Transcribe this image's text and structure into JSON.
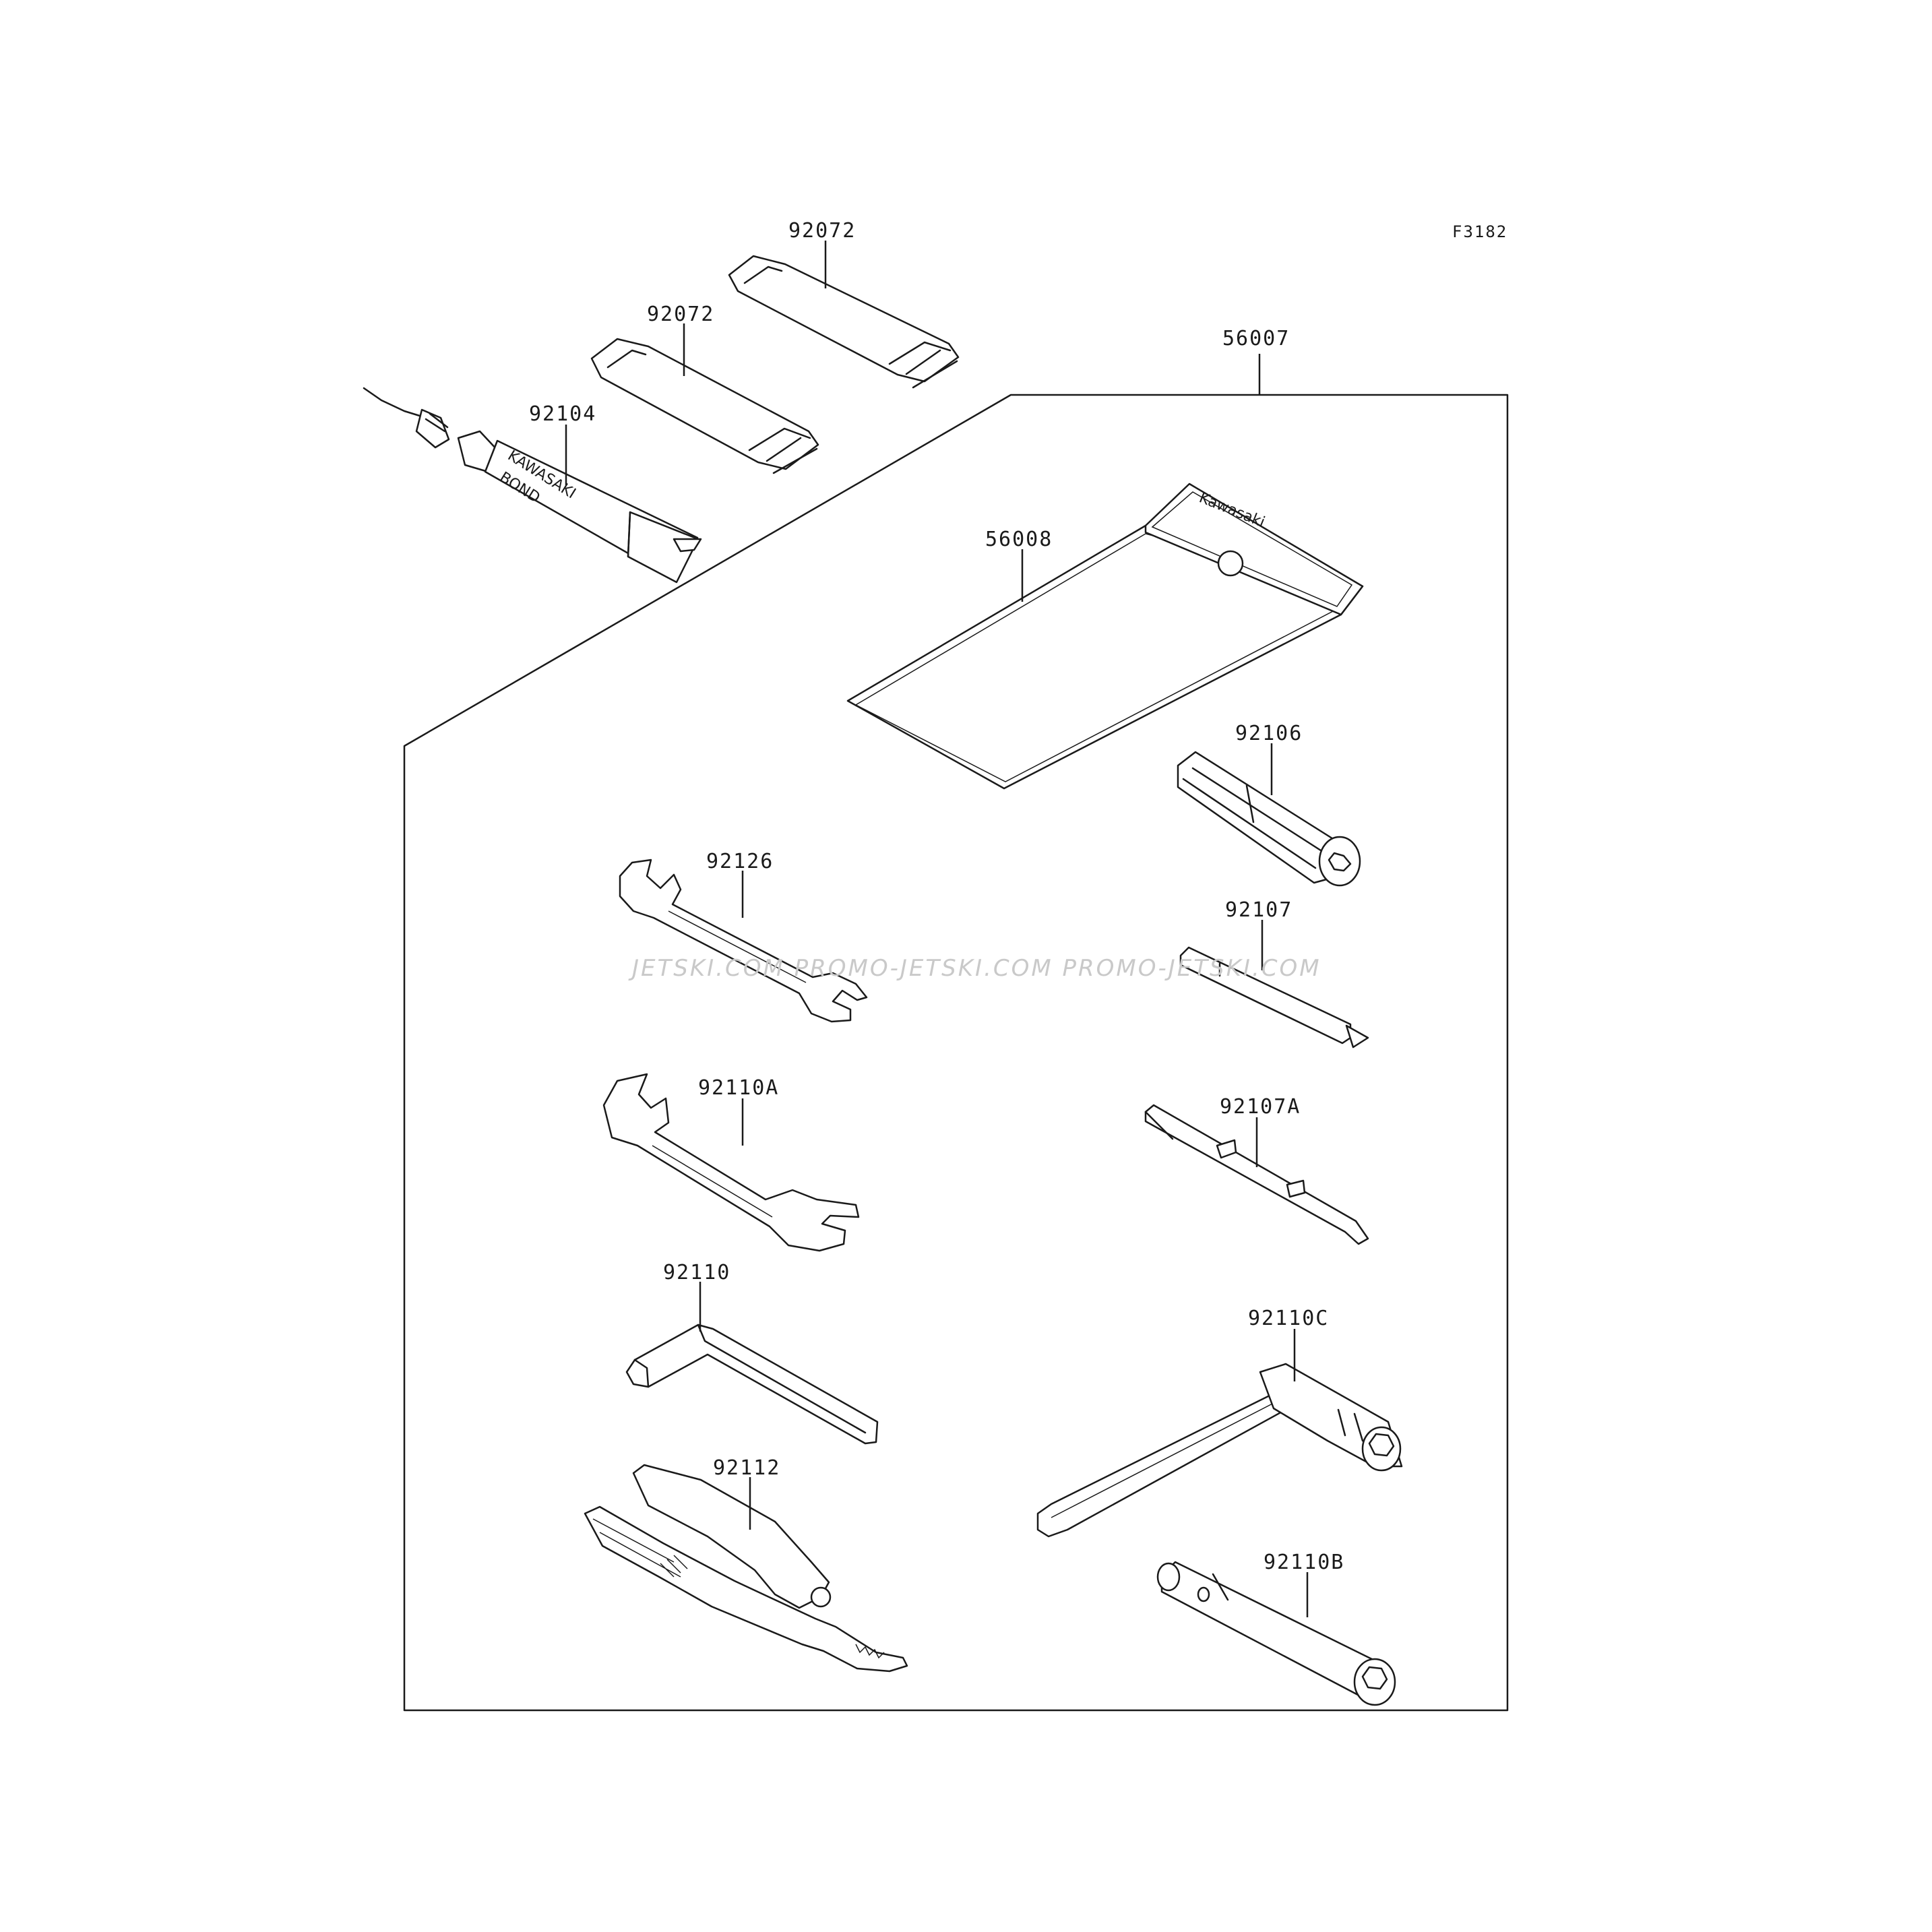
{
  "sheet_code": "F3182",
  "watermark": "JETSKI.COM  PROMO-JETSKI.COM  PROMO-JETSKI.COM",
  "parts": {
    "p56007": "56007",
    "p56008": "56008",
    "p92072a": "92072",
    "p92072b": "92072",
    "p92104": "92104",
    "p92106": "92106",
    "p92107": "92107",
    "p92107A": "92107A",
    "p92126": "92126",
    "p92110A": "92110A",
    "p92110": "92110",
    "p92110C": "92110C",
    "p92112": "92112",
    "p92110B": "92110B"
  },
  "decals": {
    "bond_tube_brand": "KAWASAKI",
    "bond_tube_name": "BOND",
    "tool_bag_brand": "Kawasaki"
  },
  "icons": {
    "tool_bag": "tool-bag-icon",
    "bond_tube": "bond-tube-icon",
    "strap": "strap-icon",
    "wrench": "open-end-wrench-icon",
    "hex_key": "hex-key-icon",
    "pliers": "pliers-icon",
    "screwdriver": "screwdriver-icon",
    "handle": "screwdriver-handle-icon",
    "box_wrench": "box-wrench-icon",
    "socket_wrench": "socket-wrench-icon"
  }
}
